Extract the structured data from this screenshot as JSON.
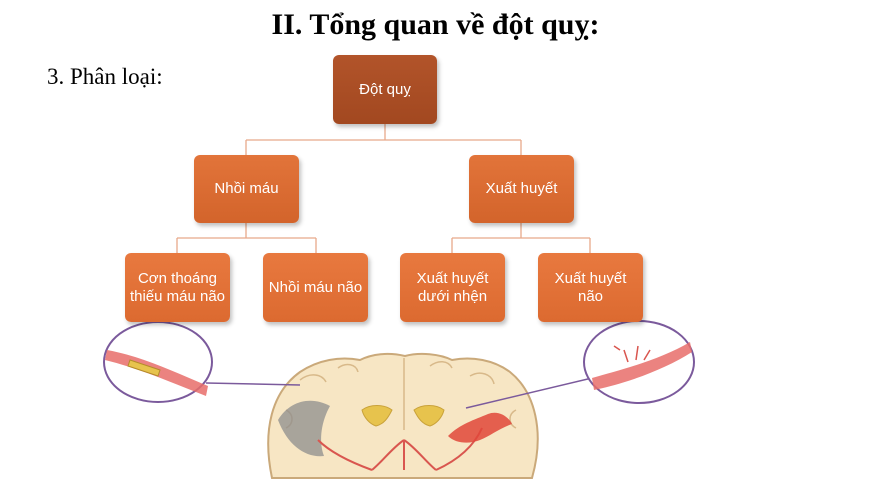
{
  "slide": {
    "title": "II. Tổng quan về đột quỵ:",
    "subtitle": "3. Phân loại:"
  },
  "diagram": {
    "root": "Đột quỵ",
    "branches": [
      {
        "label": "Nhồi máu",
        "children": [
          "Cơn thoáng thiếu máu não",
          "Nhồi máu não"
        ]
      },
      {
        "label": "Xuất huyết",
        "children": [
          "Xuất huyết dưới nhện",
          "Xuất huyết não"
        ]
      }
    ]
  },
  "colors": {
    "node": "#c8612b",
    "connector": "#e8a98a",
    "magnifier_ring": "#7b5a9c",
    "brain": "#f7e6c4",
    "vessel": "#e86d6a"
  },
  "illustration": {
    "content": "brain-cross-section-with-magnified-vessels"
  }
}
